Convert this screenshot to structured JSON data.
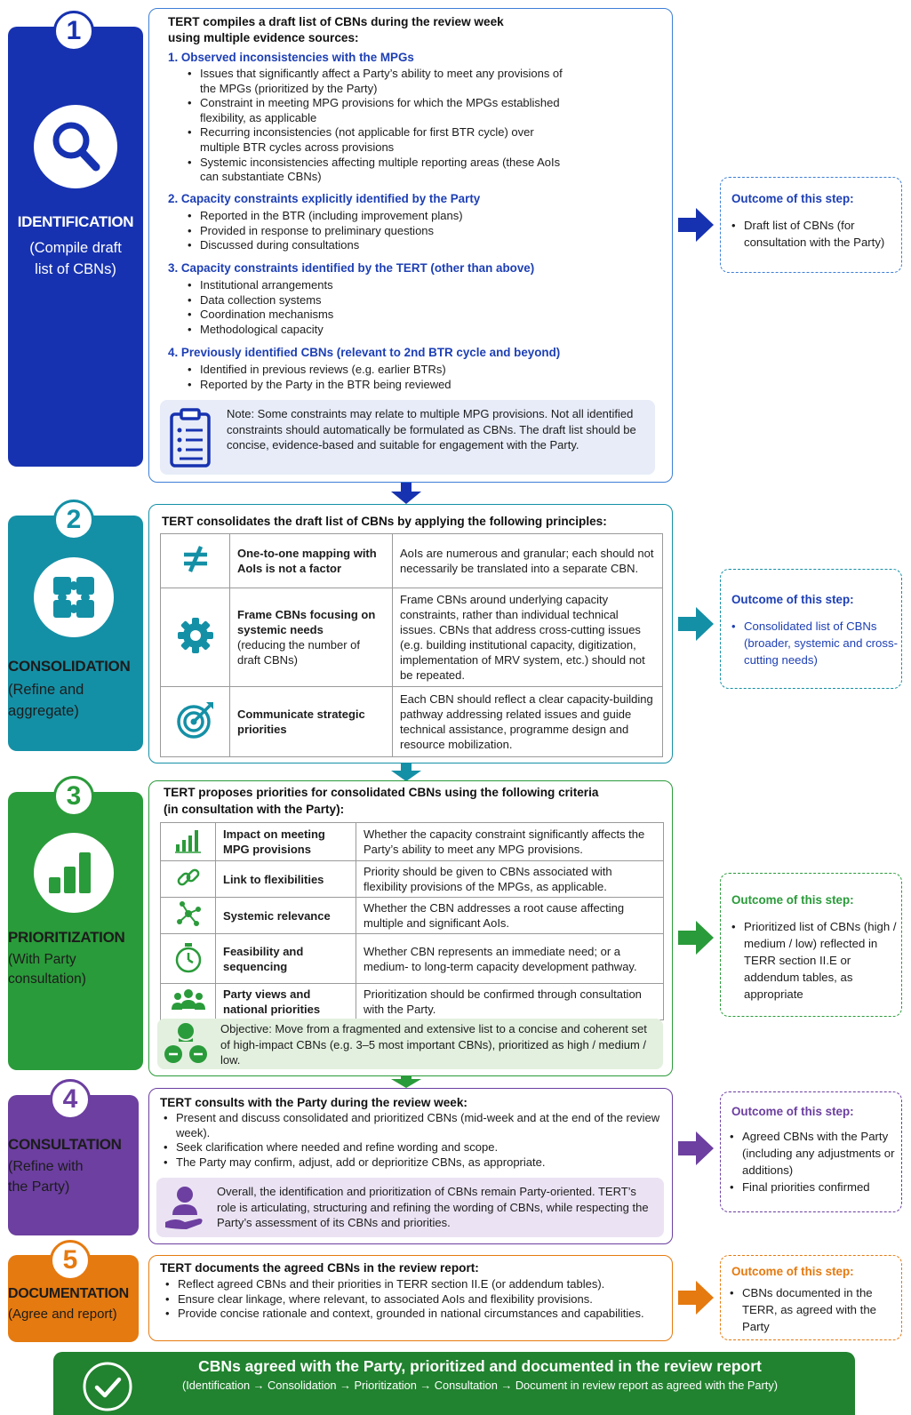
{
  "colors": {
    "step1": "#1732b0",
    "step2": "#1490a6",
    "step3": "#2a9b3a",
    "step4": "#6c3fa0",
    "step5": "#e57a10",
    "heading_blue": "#1d3fb5",
    "final_bar": "#21822f"
  },
  "steps": [
    {
      "number": "1",
      "title": "IDENTIFICATION",
      "subtitle": [
        "(Compile draft",
        "list of CBNs)"
      ],
      "icon": "magnifier-icon",
      "heading": [
        "TERT compiles a draft list of CBNs during the review week",
        "using multiple evidence sources:"
      ],
      "sections": [
        {
          "title": "1.  Observed inconsistencies with the MPGs",
          "items": [
            "Issues that significantly affect a Party’s ability to meet any provisions of the MPGs (prioritized by the Party)",
            "Constraint in meeting MPG provisions for which the MPGs established flexibility, as applicable",
            "Recurring inconsistencies (not applicable for first BTR cycle) over multiple BTR cycles across provisions",
            "Systemic inconsistencies affecting multiple reporting areas (these AoIs can substantiate CBNs)"
          ]
        },
        {
          "title": "2.  Capacity constraints explicitly identified by the Party",
          "items": [
            "Reported in the BTR (including improvement plans)",
            "Provided in response to preliminary questions",
            "Discussed during consultations"
          ]
        },
        {
          "title": "3.  Capacity constraints identified by the TERT (other than above)",
          "items": [
            "Institutional arrangements",
            "Data collection systems",
            "Coordination mechanisms",
            "Methodological capacity"
          ]
        },
        {
          "title": "4.  Previously identified CBNs (relevant to 2nd BTR cycle and beyond)",
          "items": [
            "Identified in previous reviews (e.g. earlier BTRs)",
            "Reported by the Party in the BTR being reviewed"
          ]
        }
      ],
      "note": "Note: Some constraints may relate to multiple MPG provisions. Not all identified constraints should automatically be formulated as CBNs. The draft list should be concise, evidence-based and suitable for engagement with the Party.",
      "outcome_title": "Outcome of this step:",
      "outcome_items": [
        "Draft list of CBNs (for consultation with the Party)"
      ]
    },
    {
      "number": "2",
      "title": "CONSOLIDATION",
      "subtitle": [
        "(Refine and",
        "aggregate)"
      ],
      "icon": "puzzle-icon",
      "heading": [
        "TERT consolidates the draft list of CBNs by applying the following principles:"
      ],
      "rows": [
        {
          "icon": "not-equal-icon",
          "label": "One-to-one mapping with AoIs is not a factor",
          "desc": "AoIs are numerous and granular; each should not necessarily be translated into a separate CBN."
        },
        {
          "icon": "gear-icon",
          "label": "Frame CBNs focusing on systemic needs",
          "label_note": "(reducing the number of draft CBNs)",
          "desc": "Frame CBNs around underlying capacity constraints, rather than individual technical issues. CBNs that address cross-cutting issues (e.g. building institutional capacity, digitization, implementation of MRV system, etc.) should not be repeated."
        },
        {
          "icon": "target-icon",
          "label": "Communicate strategic priorities",
          "desc": "Each CBN should reflect a clear capacity-building pathway addressing related issues and guide technical assistance, programme design and resource mobilization."
        }
      ],
      "outcome_title": "Outcome of this step:",
      "outcome_items": [
        "Consolidated list of CBNs (broader, systemic and cross-cutting needs)"
      ]
    },
    {
      "number": "3",
      "title": "PRIORITIZATION",
      "subtitle": [
        "(With Party",
        "consultation)"
      ],
      "icon": "bar-chart-icon",
      "heading": [
        "TERT proposes priorities for consolidated CBNs using the following criteria",
        "(in consultation with the Party):"
      ],
      "rows": [
        {
          "icon": "bars-icon",
          "label": "Impact on meeting MPG provisions",
          "desc": "Whether the capacity constraint significantly affects the Party’s ability to meet any MPG provisions."
        },
        {
          "icon": "link-icon",
          "label": "Link to flexibilities",
          "desc": "Priority should be given to CBNs associated with flexibility provisions of the MPGs, as applicable."
        },
        {
          "icon": "network-icon",
          "label": "Systemic relevance",
          "desc": "Whether the CBN addresses a root cause affecting multiple and significant AoIs."
        },
        {
          "icon": "stopwatch-icon",
          "label": "Feasibility and sequencing",
          "desc": "Whether CBN represents an immediate need; or a medium- to long-term capacity development pathway."
        },
        {
          "icon": "people-icon",
          "label": "Party views and national priorities",
          "desc": "Prioritization should be confirmed through consultation with the Party."
        }
      ],
      "note": "Objective: Move from a fragmented and extensive list to a concise and coherent set of high-impact CBNs (e.g. 3–5 most important CBNs), prioritized as high / medium / low.",
      "outcome_title": "Outcome of this step:",
      "outcome_items": [
        "Prioritized list of CBNs (high / medium / low) reflected in TERR section II.E or addendum tables, as appropriate"
      ]
    },
    {
      "number": "4",
      "title": "CONSULTATION",
      "subtitle": [
        "(Refine with",
        "the Party)"
      ],
      "icon": "person-icon",
      "heading": [
        "TERT consults with the Party during the review week:"
      ],
      "items": [
        "Present and discuss consolidated and prioritized CBNs (mid-week and at the end of the review week).",
        "Seek clarification where needed and refine wording and scope.",
        "The Party may confirm, adjust, add or deprioritize CBNs, as appropriate."
      ],
      "note": "Overall, the identification and prioritization of CBNs remain Party-oriented. TERT’s role is articulating, structuring and refining the wording of CBNs, while respecting the Party’s assessment of its CBNs and priorities.",
      "outcome_title": "Outcome of this step:",
      "outcome_items": [
        "Agreed CBNs with the Party (including any adjustments or additions)",
        "Final priorities confirmed"
      ]
    },
    {
      "number": "5",
      "title": "DOCUMENTATION",
      "subtitle": [
        "(Agree and report)"
      ],
      "heading": [
        "TERT documents the agreed CBNs in the review report:"
      ],
      "items": [
        "Reflect agreed CBNs and their priorities in TERR section II.E (or addendum tables).",
        "Ensure clear linkage, where relevant, to associated AoIs and flexibility provisions.",
        "Provide concise rationale and context, grounded in national circumstances and capabilities."
      ],
      "outcome_title": "Outcome of this step:",
      "outcome_items": [
        "CBNs documented in the TERR, as agreed with the Party"
      ]
    }
  ],
  "final": {
    "icon": "checkmark-icon",
    "title": "CBNs agreed with the Party, prioritized and documented in the review report",
    "subtitle": "(Identification → Consolidation → Prioritization → Consultation → Document in review report as agreed with the Party)"
  }
}
